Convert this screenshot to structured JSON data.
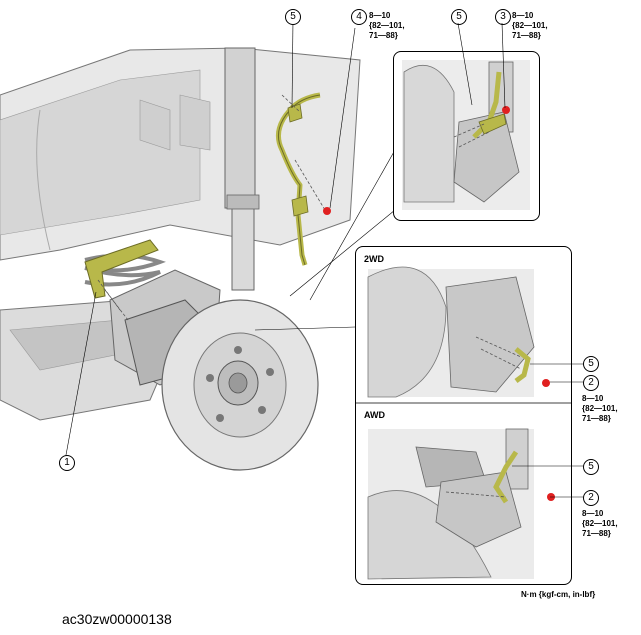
{
  "callouts": {
    "sensor_top": "5",
    "bolt_top": "4",
    "inset_sensor": "5",
    "inset_bolt": "3",
    "main_bracket": "1",
    "twowd_sensor": "5",
    "twowd_bolt": "2",
    "awd_sensor": "5",
    "awd_bolt": "2"
  },
  "torque": {
    "top": "8—10\n{82—101,\n71—88}",
    "inset": "8—10\n{82—101,\n71—88}",
    "twowd": "8—10\n{82—101,\n71—88}",
    "awd": "8—10\n{82—101,\n71—88}"
  },
  "labels": {
    "twowd": "2WD",
    "awd": "AWD"
  },
  "units": "N·m {kgf-cm, in-lbf}",
  "diagram_id": "ac30zw00000138",
  "colors": {
    "part_highlight": "#b8b84a",
    "bolt_red": "#e02020",
    "metal_light": "#e6e6e6",
    "metal_mid": "#c8c8c8",
    "metal_dark": "#8a8a8a"
  }
}
